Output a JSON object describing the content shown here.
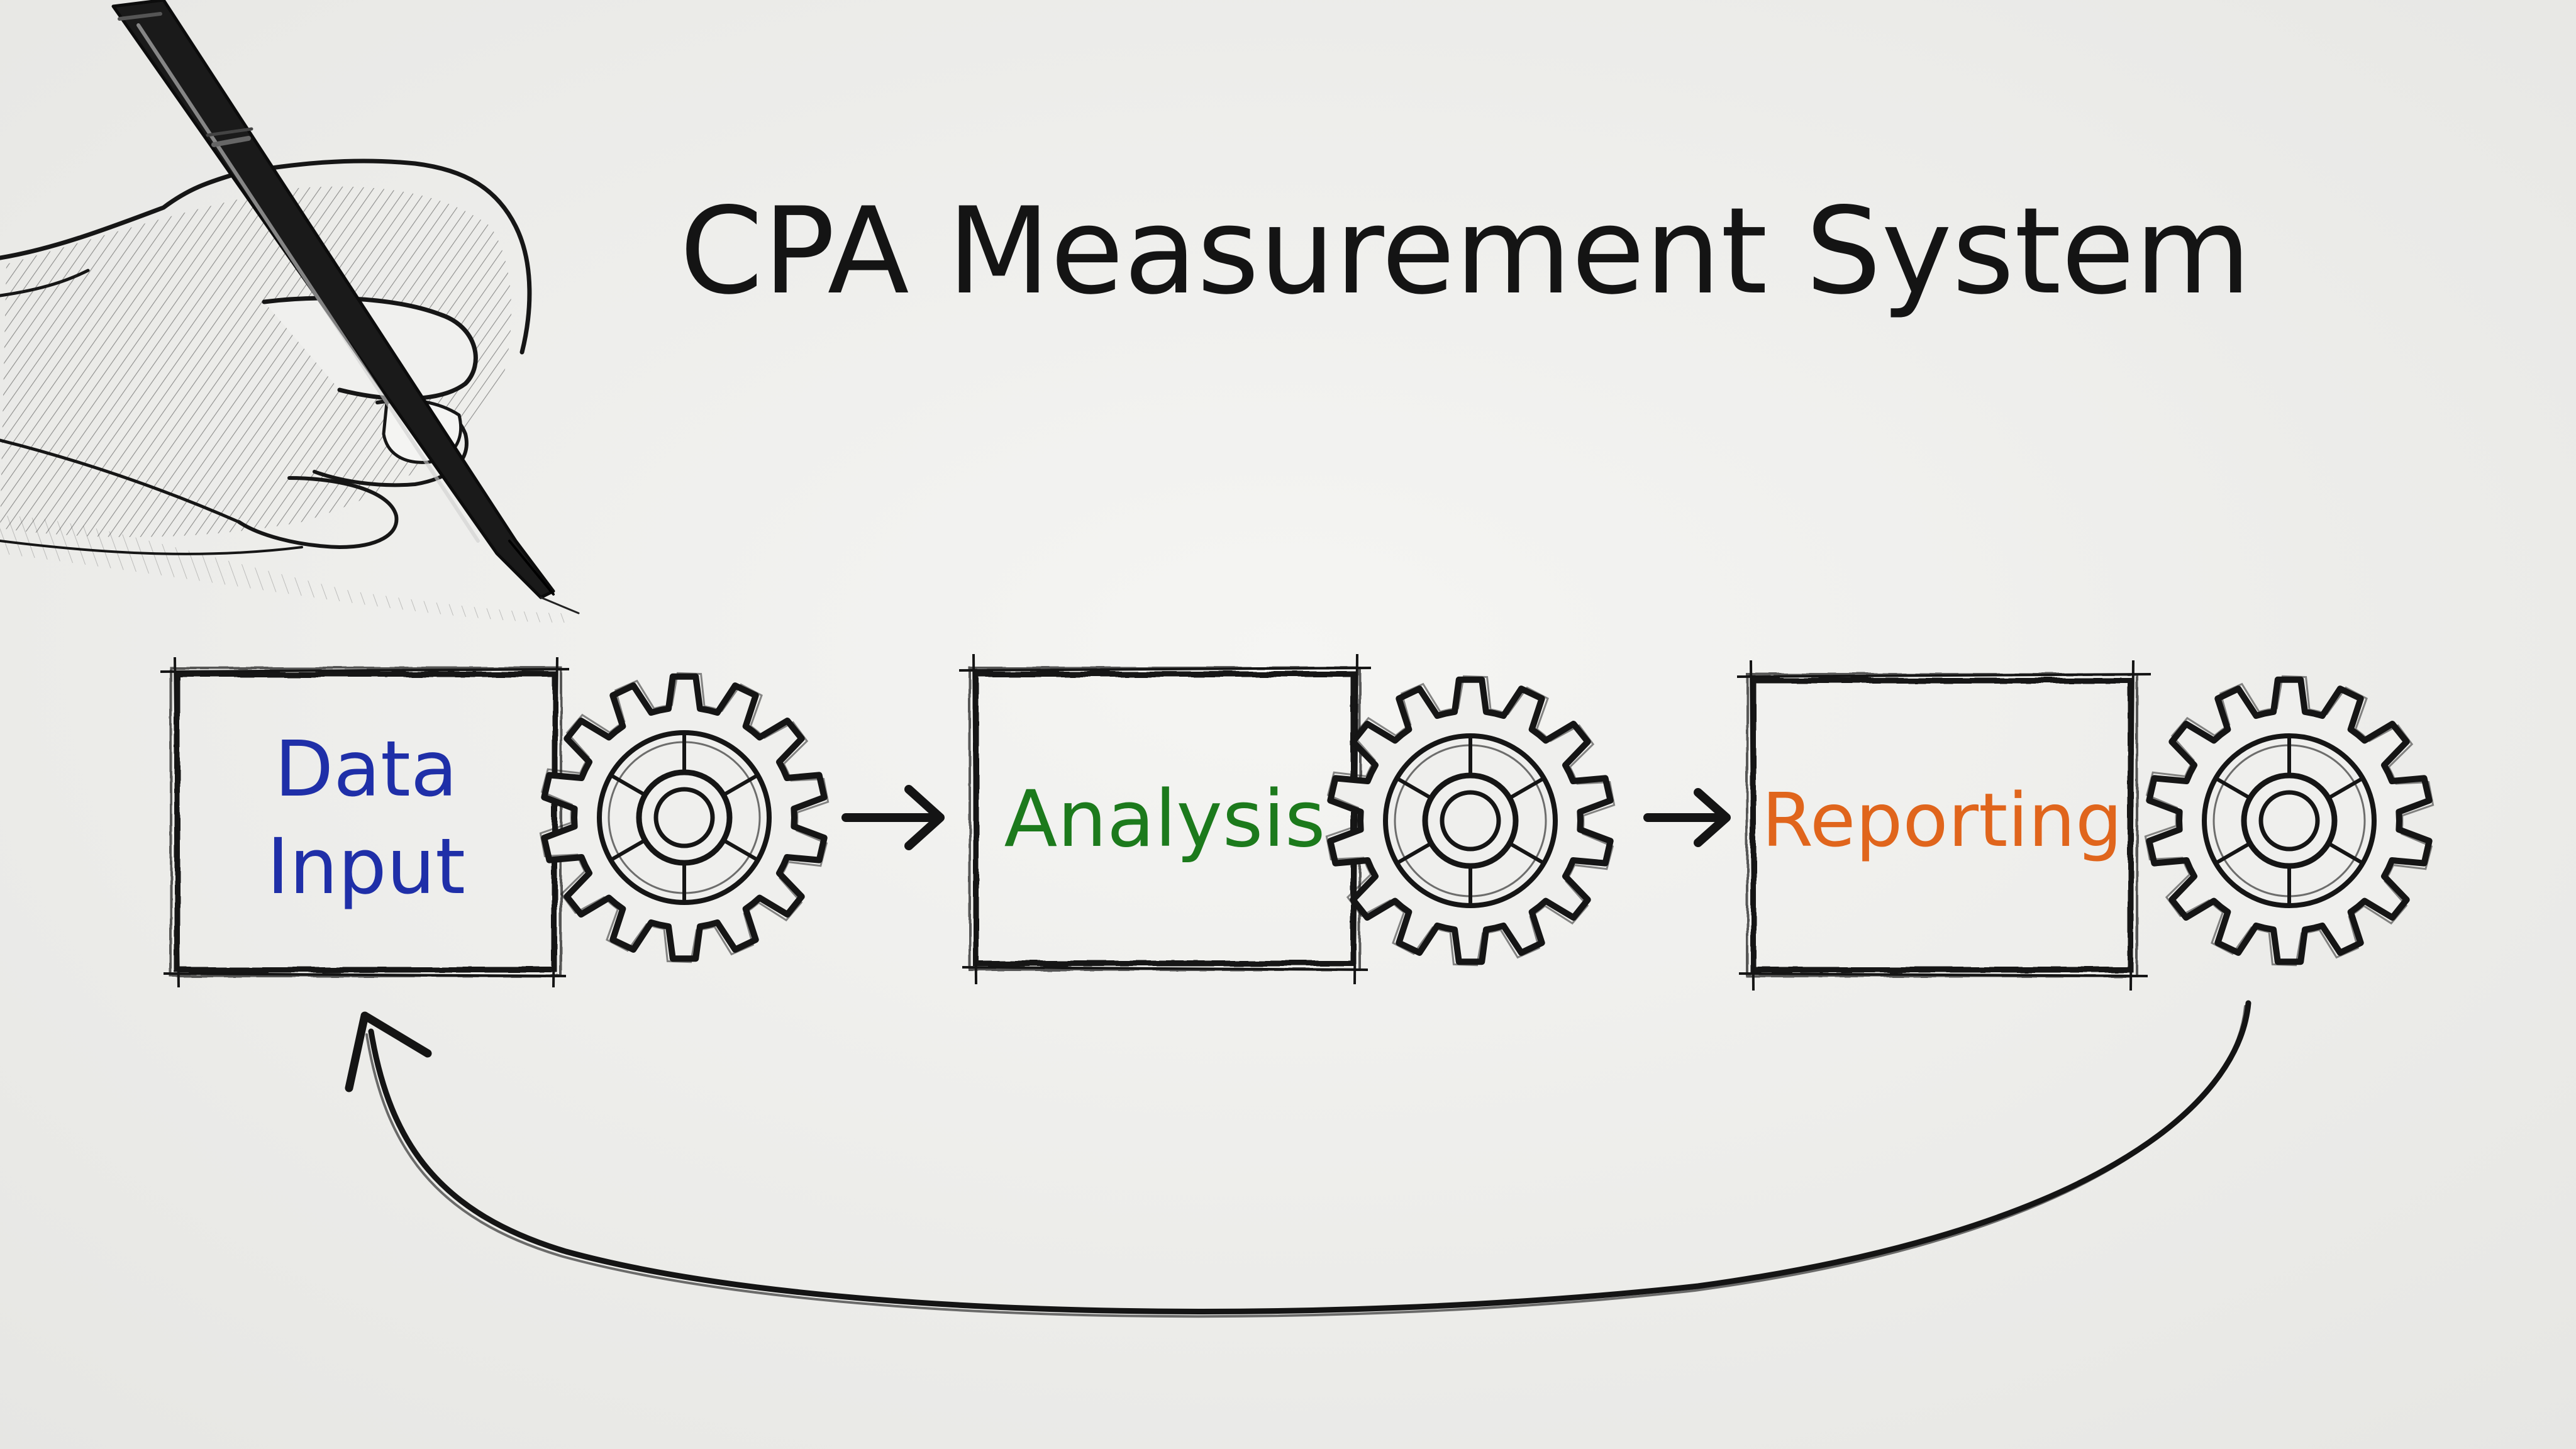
{
  "diagram": {
    "title": "CPA Measurement System",
    "steps": [
      {
        "label_line1": "Data",
        "label_line2": "Input",
        "color": "#1f2fa8"
      },
      {
        "label_line1": "Analysis",
        "label_line2": "",
        "color": "#1c7a1c"
      },
      {
        "label_line1": "Reporting",
        "label_line2": "",
        "color": "#e0651c"
      }
    ],
    "ink_color": "#151515",
    "paper_color": "#efefed",
    "icons": [
      "gear-icon",
      "hand-with-pen-illustration",
      "arrow-icon",
      "feedback-loop-arrow"
    ]
  }
}
